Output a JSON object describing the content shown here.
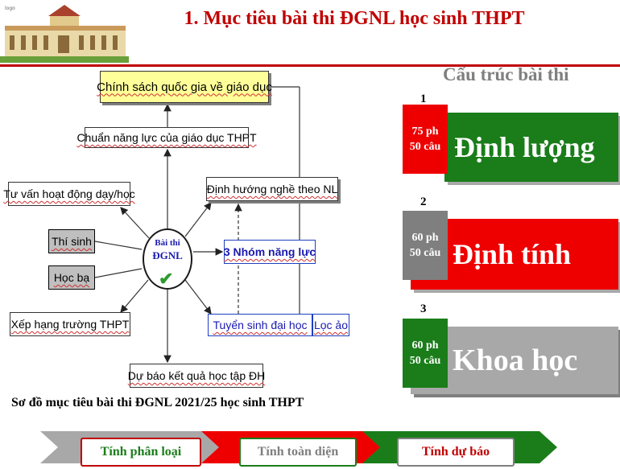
{
  "header": {
    "title": "1. Mục tiêu bài thi ĐGNL học sinh THPT"
  },
  "diagram": {
    "policy": "Chính sách quốc gia về giáo dục",
    "standard": "Chuẩn năng lực của giáo dục THPT",
    "career": "Định hướng nghề theo NL",
    "advice": "Tư vấn hoạt động dạy/học",
    "candidate": "Thí sinh",
    "transcript": "Học bạ",
    "groups": "3 Nhóm năng lực",
    "rank": "Xếp hạng trường THPT",
    "admission": "Tuyển sinh đại học",
    "filter": "Lọc ảo",
    "forecast": "Dự báo kết quả học tập ĐH",
    "center_line1": "Bài thi",
    "center_line2": "ĐGNL",
    "check_icon": "checkmark-icon"
  },
  "caption": "Sơ đồ mục tiêu bài thi ĐGNL 2021/25 học sinh THPT",
  "structure": {
    "title": "Cấu trúc bài thi",
    "sections": [
      {
        "number": "1",
        "time": "75 ph",
        "questions": "50 câu",
        "name": "Định lượng"
      },
      {
        "number": "2",
        "time": "60 ph",
        "questions": "50 câu",
        "name": "Định tính"
      },
      {
        "number": "3",
        "time": "60 ph",
        "questions": "50 câu",
        "name": "Khoa học"
      }
    ]
  },
  "footer": {
    "tags": [
      "Tính phân loại",
      "Tính toàn diện",
      "Tính dự báo"
    ]
  },
  "colors": {
    "red": "#c00000",
    "bright_red": "#ee0000",
    "green": "#1a7d1a",
    "gray": "#a8a8a8",
    "blue": "#1a1ab0",
    "yellow": "#ffff99"
  }
}
